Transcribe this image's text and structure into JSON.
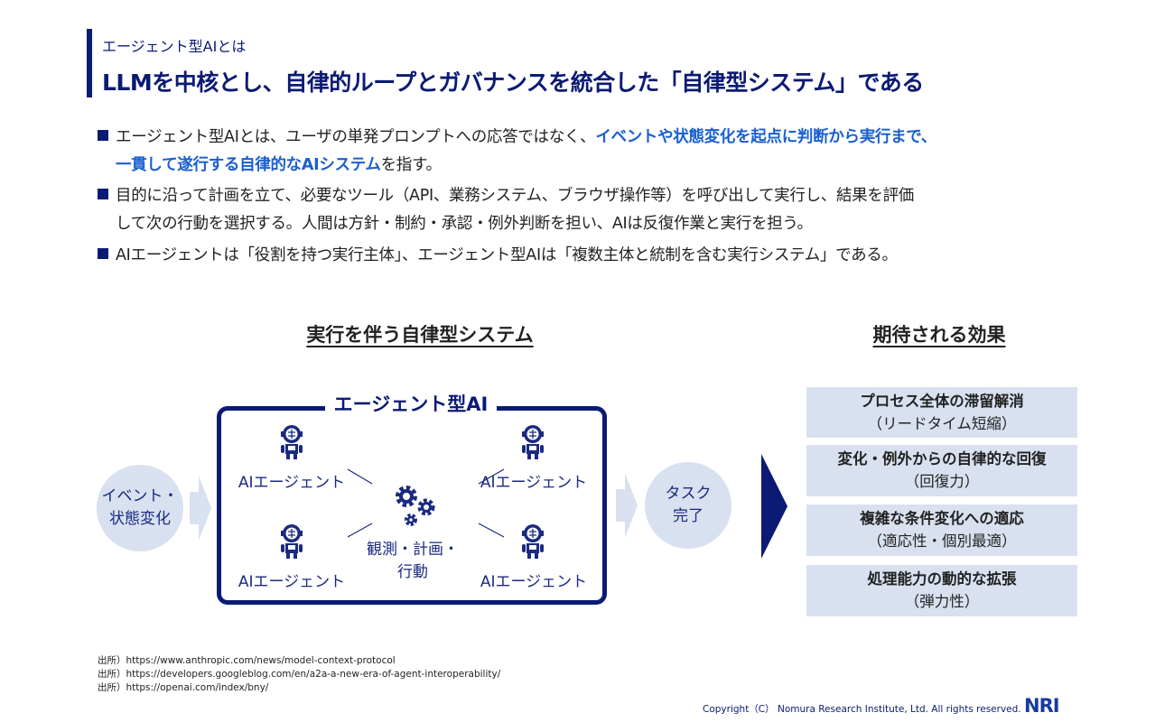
{
  "header": {
    "subtitle": "エージェント型AIとは",
    "title": "LLMを中核とし、自律的ループとガバナンスを統合した「自律型システム」である"
  },
  "bullets": [
    {
      "pre": "エージェント型AIとは、ユーザの単発プロンプトへの応答ではなく、",
      "hl1": "イベントや状態変化を起点に判断から実行まで、",
      "hl2": "一貫して遂行する自律的なAIシステム",
      "post": "を指す。"
    },
    {
      "line1": "目的に沿って計画を立て、必要なツール（API、業務システム、ブラウザ操作等）を呼び出して実行し、結果を評価",
      "line2": "して次の行動を選択する。人間は方針・制約・承認・例外判断を担い、AIは反復作業と実行を担う。"
    },
    {
      "line1": "AIエージェントは「役割を持つ実行主体」、エージェント型AIは「複数主体と統制を含む実行システム」である。"
    }
  ],
  "diagram": {
    "heading": "実行を伴う自律型システム",
    "input": {
      "line1": "イベント・",
      "line2": "状態変化"
    },
    "box_label": "エージェント型AI",
    "agent_label": "AIエージェント",
    "center": {
      "line1": "観測・計画・",
      "line2": "行動"
    },
    "output": {
      "line1": "タスク",
      "line2": "完了"
    }
  },
  "effects": {
    "heading": "期待される効果",
    "items": [
      {
        "title": "プロセス全体の滞留解消",
        "sub": "（リードタイム短縮）"
      },
      {
        "title": "変化・例外からの自律的な回復",
        "sub": "（回復力）"
      },
      {
        "title": "複雑な条件変化への適応",
        "sub": "（適応性・個別最適）"
      },
      {
        "title": "処理能力の動的な拡張",
        "sub": "（弾力性）"
      }
    ]
  },
  "sources": [
    "出所）https://www.anthropic.com/news/model-context-protocol",
    "出所）https://developers.googleblog.com/en/a2a-a-new-era-of-agent-interoperability/",
    "出所）https://openai.com/index/bny/"
  ],
  "footer": {
    "copyright": "Copyright（C） Nomura Research Institute, Ltd. All rights reserved.",
    "logo": "NRI"
  },
  "colors": {
    "navy": "#0b1a73",
    "light": "#d9e1f0",
    "highlight": "#1a5fd0"
  }
}
